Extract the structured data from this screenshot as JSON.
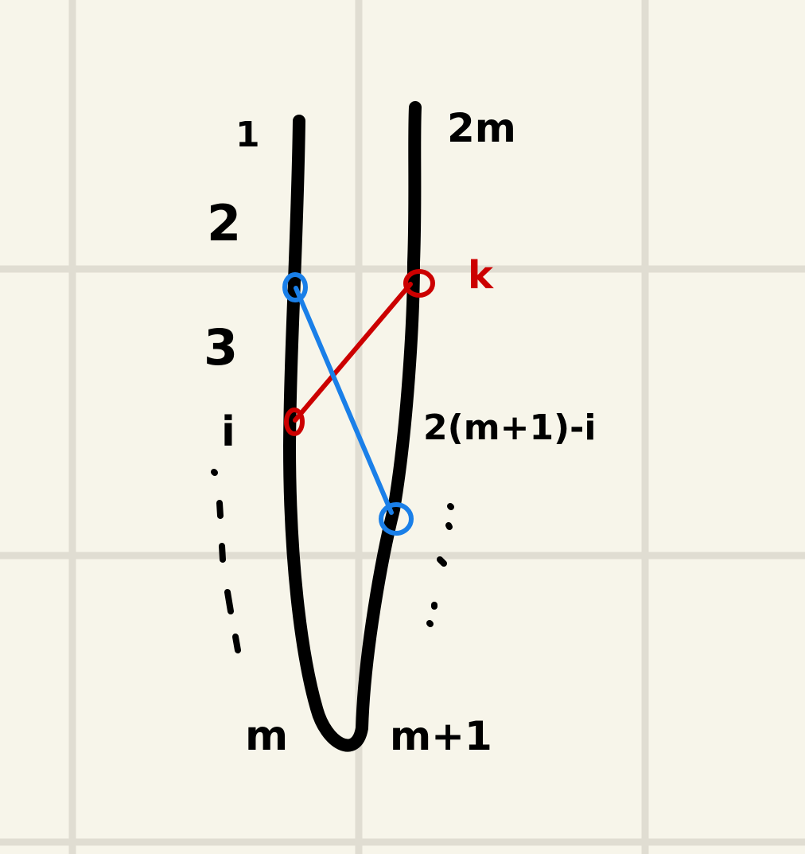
{
  "colors": {
    "background": "#f7f5ea",
    "grid": "#e0ddd2",
    "ink": "#000000",
    "red": "#cc0000",
    "blue": "#1a7fe8"
  },
  "labels": {
    "left_top": "1",
    "left_2": "2",
    "left_3": "3",
    "left_i": "i",
    "left_bottom": "m",
    "right_top": "2m",
    "right_k": "k",
    "right_mirror": "2(m+1)-i",
    "right_bottom": "m+1"
  }
}
